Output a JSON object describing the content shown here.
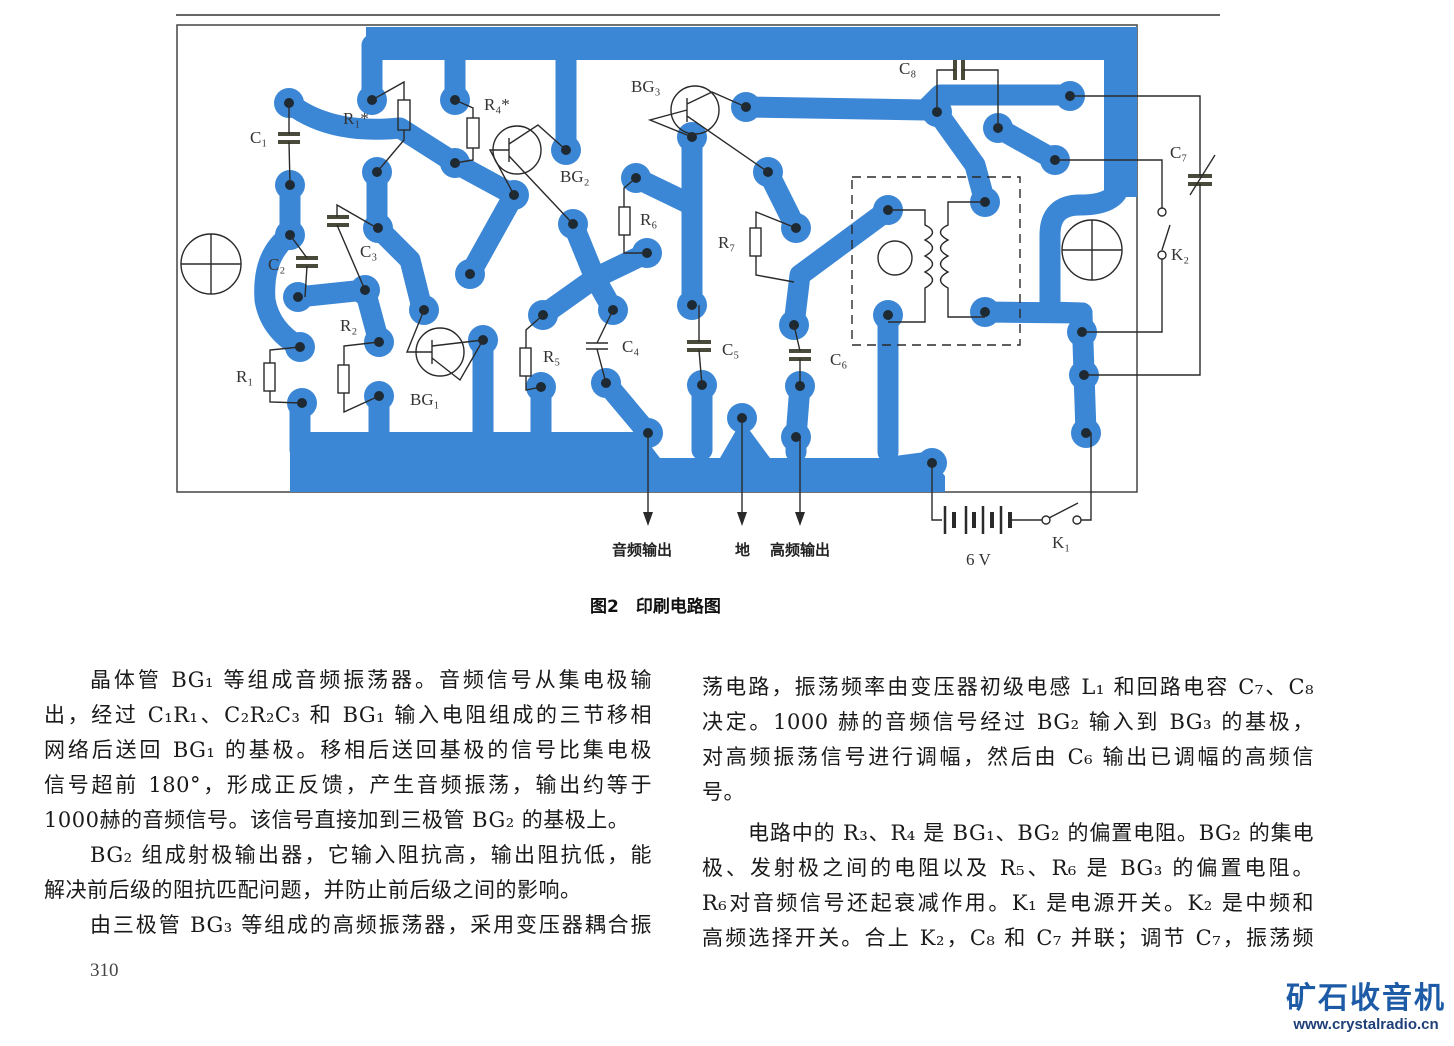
{
  "figure": {
    "caption": "图2　印刷电路图",
    "components": {
      "C1": "C₁",
      "C2": "C₂",
      "C3": "C₃",
      "C4": "C₄",
      "C5": "C₅",
      "C6": "C₆",
      "C7": "C₇",
      "C8": "C₈",
      "R1": "R₁",
      "R1s": "R₁*",
      "R2": "R₂",
      "R4s": "R₄*",
      "R5": "R₅",
      "R6": "R₆",
      "R7": "R₇",
      "BG1": "BG₁",
      "BG2": "BG₂",
      "BG3": "BG₃",
      "K1": "K₁",
      "K2": "K₂"
    },
    "outputs": {
      "audio_out": "音频输出",
      "ground": "地",
      "hf_out": "高频输出"
    },
    "battery_voltage": "6 V",
    "colors": {
      "copper": "#3b87d6",
      "ink": "#2a2a2a"
    }
  },
  "text": {
    "left": [
      "晶体管 BG₁ 等组成音频振荡器。音频信号从集电极输",
      "出，经过 C₁R₁、C₂R₂C₃ 和 BG₁ 输入电阻组成的三节移相",
      "网络后送回 BG₁ 的基极。移相后送回基极的信号比集电极",
      "信号超前 180°，形成正反馈，产生音频振荡，输出约等于",
      "1000赫的音频信号。该信号直接加到三极管 BG₂ 的基极上。",
      "BG₂ 组成射极输出器，它输入阻抗高，输出阻抗低，能",
      "解决前后级的阻抗匹配问题，并防止前后级之间的影响。",
      "由三极管 BG₃ 等组成的高频振荡器，采用变压器耦合振"
    ],
    "right": [
      "荡电路，振荡频率由变压器初级电感 L₁ 和回路电容 C₇、C₈",
      "决定。1000 赫的音频信号经过 BG₂ 输入到 BG₃ 的基极，",
      "对高频振荡信号进行调幅，然后由 C₆ 输出已调幅的高频信",
      "号。",
      "电路中的 R₃、R₄ 是 BG₁、BG₂ 的偏置电阻。BG₂ 的集电",
      "极、发射极之间的电阻以及 R₅、R₆ 是 BG₃ 的偏置电阻。",
      "R₆对音频信号还起衰减作用。K₁ 是电源开关。K₂ 是中频和",
      "高频选择开关。合上 K₂，C₈ 和 C₇ 并联；调节 C₇，振荡频"
    ],
    "page_number": "310"
  },
  "watermark": {
    "name": "矿石收音机",
    "url": "www.crystalradio.cn"
  }
}
